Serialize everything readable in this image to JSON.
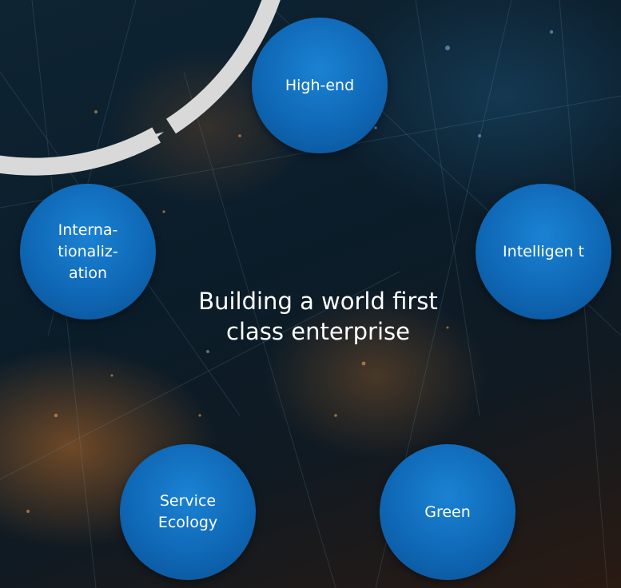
{
  "center": {
    "title": "Building a world first class enterprise"
  },
  "nodes": [
    {
      "id": "high-end",
      "label": "High-end"
    },
    {
      "id": "intelligent",
      "label": "Intelligen t"
    },
    {
      "id": "green",
      "label": "Green"
    },
    {
      "id": "service-ecology",
      "label": "Service Ecology"
    },
    {
      "id": "internationalization",
      "label": "Interna- tionaliz- ation"
    }
  ],
  "colors": {
    "node_fill": "#0f68b6",
    "ring": "#d9d9d9",
    "text": "#ffffff",
    "background": "#0e2433"
  }
}
